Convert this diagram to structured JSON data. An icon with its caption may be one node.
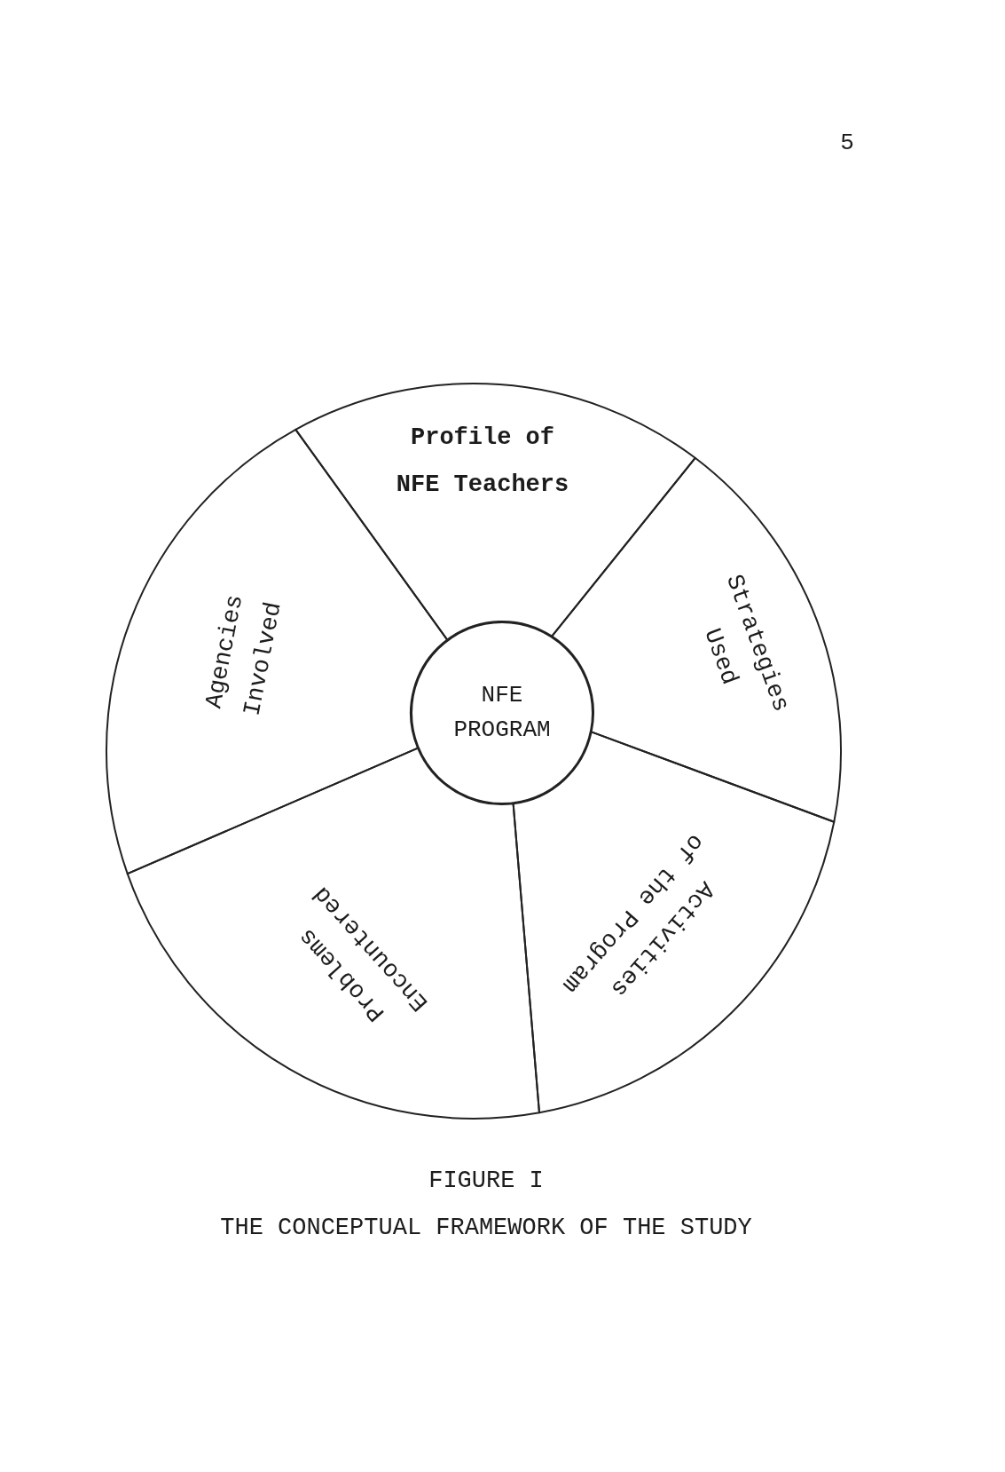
{
  "diagram": {
    "title": "THE CONCEPTUAL FRAMEWORK OF THE STUDY",
    "caption": "FIGURE I",
    "nodes": [
      {
        "text": [
          "Profile of NFE Teachers"
        ]
      },
      {
        "text": [
          "Agencies Involved"
        ]
      },
      {
        "text": [
          "NFE PROGRAM"
        ]
      },
      {
        "text": [
          "Strategies Used"
        ]
      },
      {
        "text": [
          "Problems Encountered"
        ]
      },
      {
        "text": [
          "Activities of the Program"
        ]
      }
    ],
    "labels": [
      "5"
    ]
  }
}
